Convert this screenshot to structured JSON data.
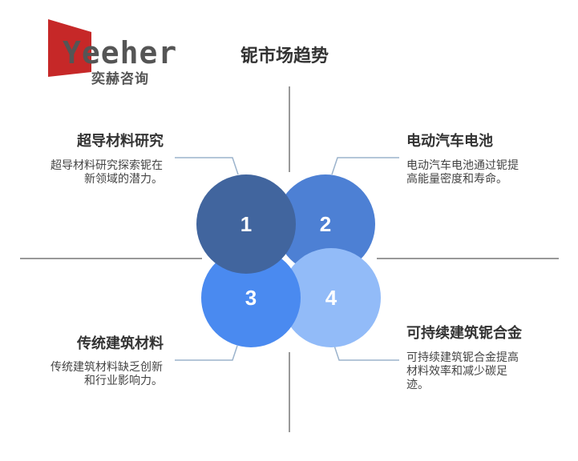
{
  "logo": {
    "brand": "Yeeher",
    "subtitle": "奕赫咨询"
  },
  "title": "铌市场趋势",
  "colors": {
    "c1": "#41659E",
    "c2": "#4D80D4",
    "c3": "#4A8AF0",
    "c4": "#92BBF8"
  },
  "items": [
    {
      "number": "1",
      "heading": "超导材料研究",
      "desc": "超导材料研究探索铌在新领域的潜力。"
    },
    {
      "number": "2",
      "heading": "电动汽车电池",
      "desc": "电动汽车电池通过铌提高能量密度和寿命。"
    },
    {
      "number": "3",
      "heading": "传统建筑材料",
      "desc": "传统建筑材料缺乏创新和行业影响力。"
    },
    {
      "number": "4",
      "heading": "可持续建筑铌合金",
      "desc": "可持续建筑铌合金提高材料效率和减少碳足迹。"
    }
  ]
}
